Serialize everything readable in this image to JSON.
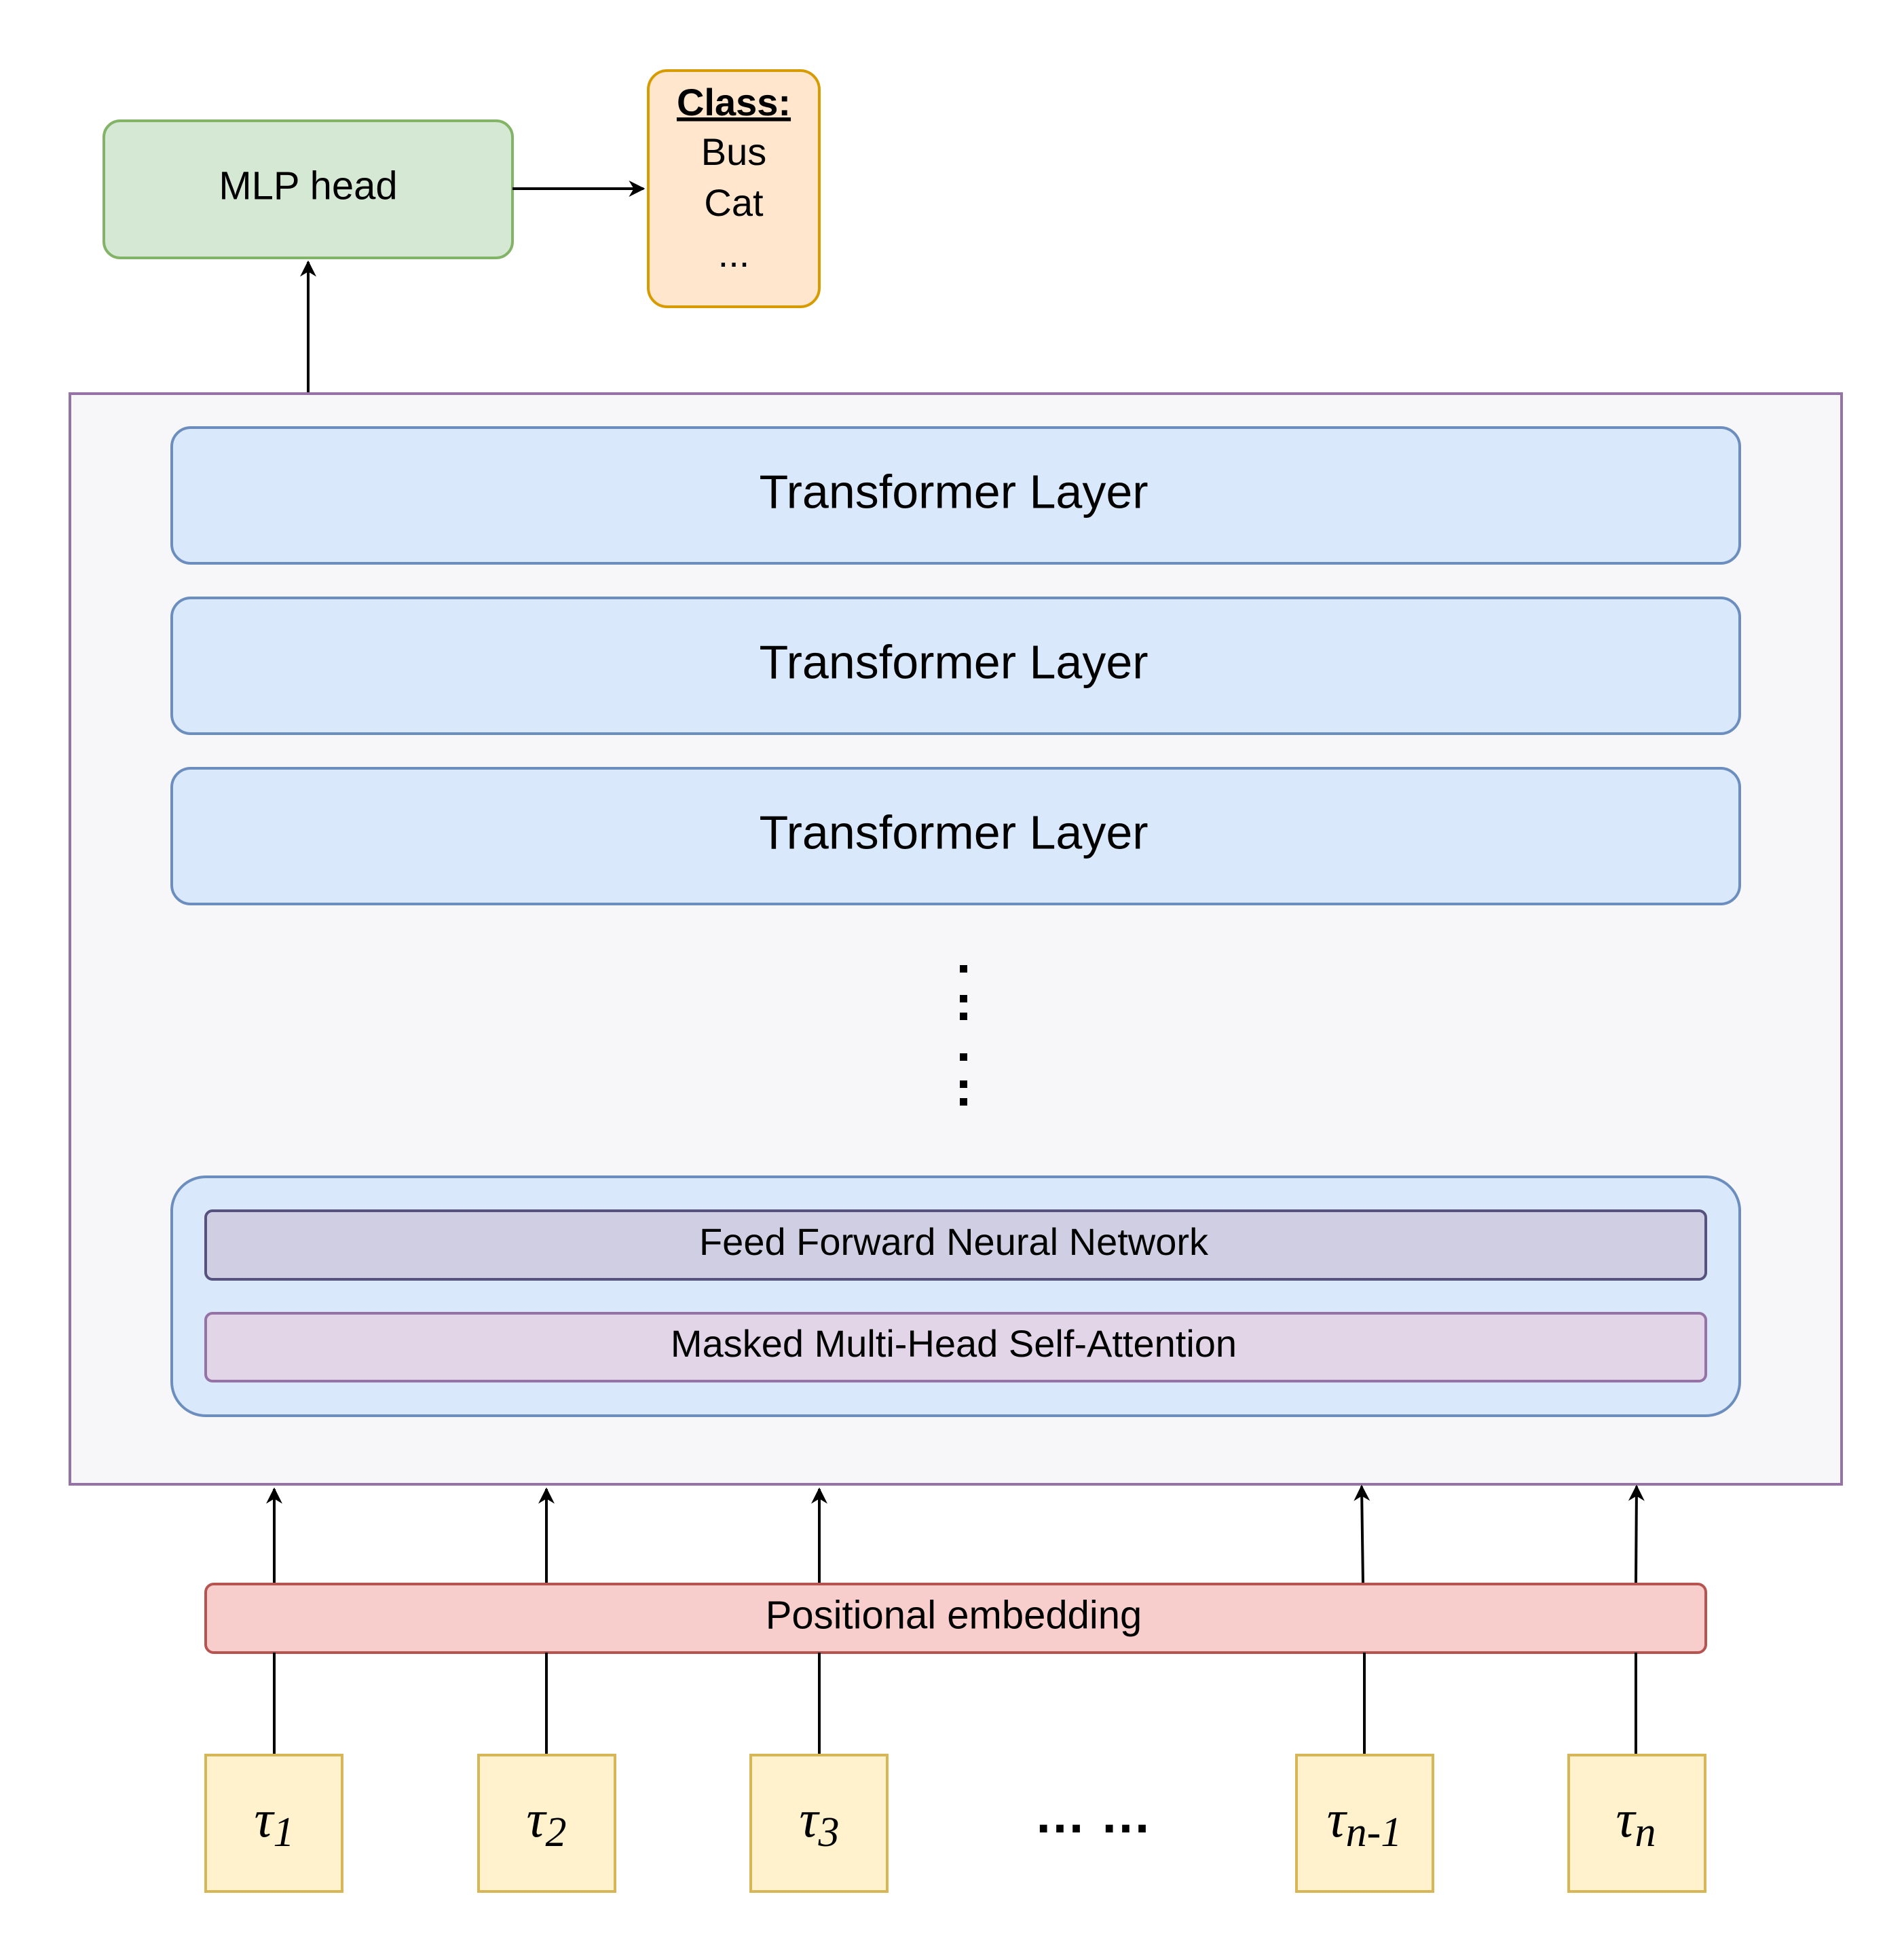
{
  "mlp_head": {
    "label": "MLP head",
    "fill": "#d5e8d4",
    "stroke": "#82b366"
  },
  "class_box": {
    "title": "Class:",
    "items": [
      "Bus",
      "Cat",
      "..."
    ],
    "fill": "#ffe6cc",
    "stroke": "#d79b00"
  },
  "encoder_container": {
    "fill": "#f7f7f9",
    "stroke": "#9673a6"
  },
  "transformer_layers": [
    {
      "label": "Transformer Layer"
    },
    {
      "label": "Transformer Layer"
    },
    {
      "label": "Transformer Layer"
    }
  ],
  "layer_style": {
    "fill": "#dae8fc",
    "stroke": "#6c8ebf"
  },
  "detail_block": {
    "ffn_label": "Feed Forward Neural Network",
    "ffn_fill": "#d0cee2",
    "ffn_stroke": "#56517e",
    "attention_label": "Masked Multi-Head Self-Attention",
    "attention_fill": "#e1d5e7",
    "attention_stroke": "#9673a6"
  },
  "positional_embedding": {
    "label": "Positional embedding",
    "fill": "#f8cecc",
    "stroke": "#b85450"
  },
  "tokens": [
    {
      "symbol": "τ",
      "subscript": "1"
    },
    {
      "symbol": "τ",
      "subscript": "2"
    },
    {
      "symbol": "τ",
      "subscript": "3"
    },
    {
      "symbol": "τ",
      "subscript": "n-1"
    },
    {
      "symbol": "τ",
      "subscript": "n"
    }
  ],
  "token_style": {
    "fill": "#fff2cc",
    "stroke": "#d6b656"
  },
  "token_ellipsis": "… …"
}
